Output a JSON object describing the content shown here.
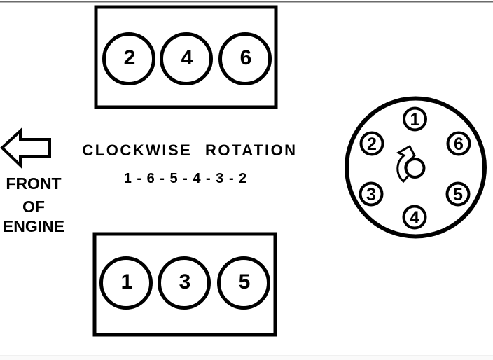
{
  "figure": {
    "rotation_label": "CLOCKWISE ROTATION",
    "firing_order": "1 - 6 - 5 - 4 - 3 - 2",
    "front_of_engine": {
      "line1": "FRONT",
      "line2": "OF",
      "line3": "ENGINE"
    },
    "top_bank": {
      "cylinders": [
        "2",
        "4",
        "6"
      ]
    },
    "bottom_bank": {
      "cylinders": [
        "1",
        "3",
        "5"
      ]
    },
    "distributor": {
      "rotation": "clockwise",
      "terminals": [
        {
          "label": "1",
          "position": "top"
        },
        {
          "label": "2",
          "position": "upper-left"
        },
        {
          "label": "6",
          "position": "upper-right"
        },
        {
          "label": "3",
          "position": "lower-left"
        },
        {
          "label": "5",
          "position": "lower-right"
        },
        {
          "label": "4",
          "position": "bottom"
        }
      ]
    },
    "colors": {
      "line": "#000000",
      "background": "#ffffff",
      "top_rule": "#6b6b6b",
      "bottom_rule": "#e2e2e2",
      "bottom_strip": "#fafafa"
    }
  }
}
